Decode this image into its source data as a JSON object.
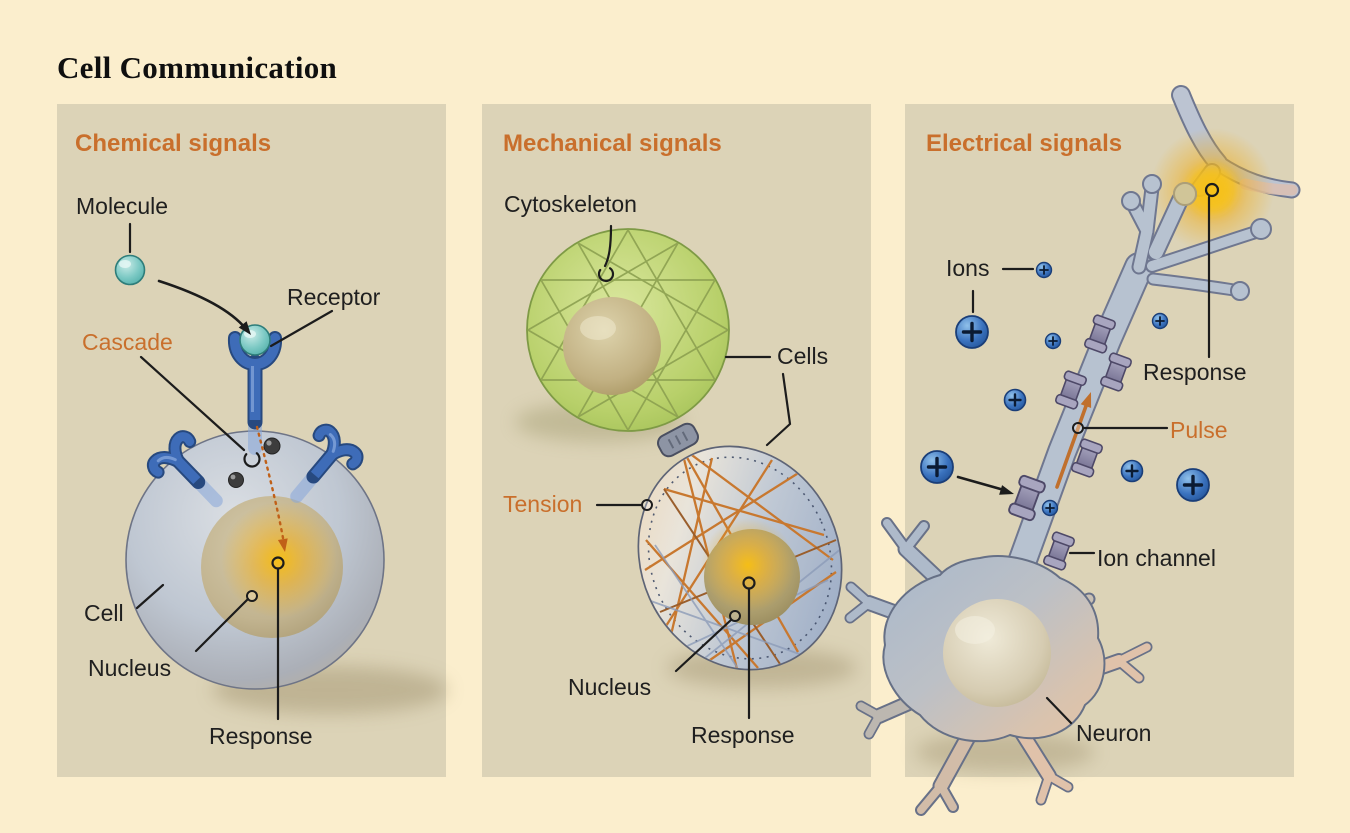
{
  "title": "Cell Communication",
  "colors": {
    "background": "#FBEECD",
    "panel": "#DCD3B7",
    "accent_orange": "#C96F2C",
    "label_ink": "#1F1F1F",
    "response_glow": "#F5BC0E",
    "ion_blue": "#3A72BE",
    "receptor_blue": "#3E6CB8",
    "cell_gray_blue": "#B3BDCB",
    "cytoskeleton_green": "#B8D06A",
    "tension_orange": "#C8782F"
  },
  "panels": [
    {
      "id": "chemical",
      "header": "Chemical signals",
      "labels": {
        "molecule": "Molecule",
        "receptor": "Receptor",
        "cascade": "Cascade",
        "cell": "Cell",
        "nucleus": "Nucleus",
        "response": "Response"
      }
    },
    {
      "id": "mechanical",
      "header": "Mechanical signals",
      "labels": {
        "cytoskeleton": "Cytoskeleton",
        "cells": "Cells",
        "tension": "Tension",
        "nucleus": "Nucleus",
        "response": "Response"
      }
    },
    {
      "id": "electrical",
      "header": "Electrical signals",
      "labels": {
        "ions": "Ions",
        "response": "Response",
        "pulse": "Pulse",
        "ion_channel": "Ion channel",
        "neuron": "Neuron"
      }
    }
  ]
}
